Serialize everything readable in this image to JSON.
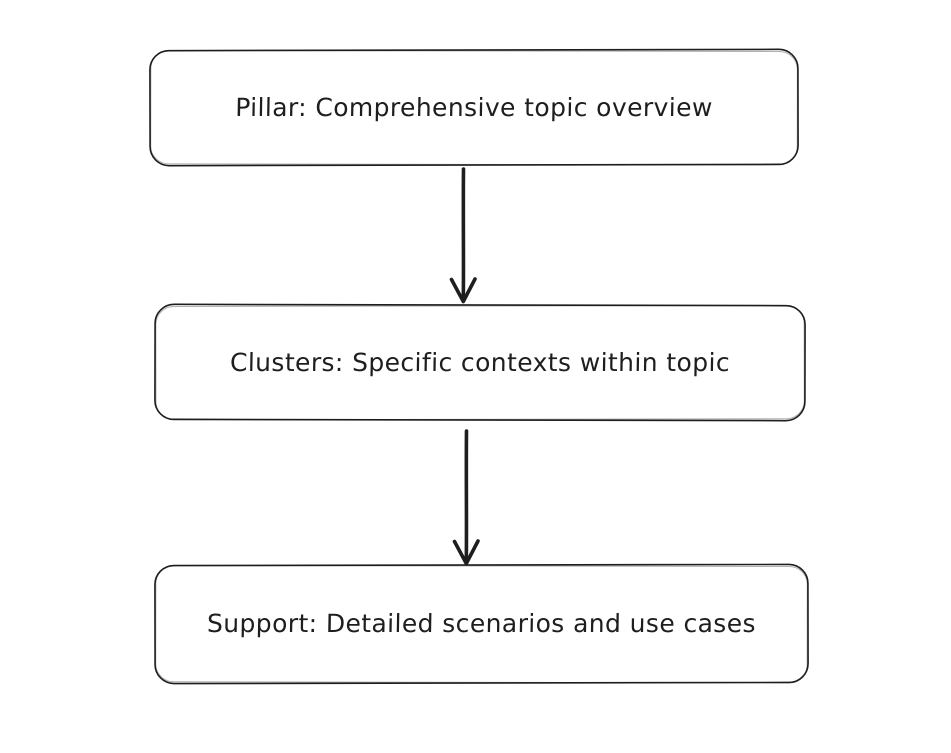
{
  "diagram": {
    "background_color": "#ffffff",
    "stroke_color": "#1e1e1e",
    "text_color": "#1e1e1e",
    "style": "hand-drawn flowchart",
    "nodes": [
      {
        "id": "pillar",
        "label": "Pillar: Comprehensive topic overview"
      },
      {
        "id": "clusters",
        "label": "Clusters: Specific contexts within topic"
      },
      {
        "id": "support",
        "label": "Support: Detailed scenarios and use cases"
      }
    ],
    "connectors": [
      {
        "from": "pillar",
        "to": "clusters",
        "direction": "down",
        "style": "arrow"
      },
      {
        "from": "clusters",
        "to": "support",
        "direction": "down",
        "style": "arrow"
      }
    ]
  }
}
